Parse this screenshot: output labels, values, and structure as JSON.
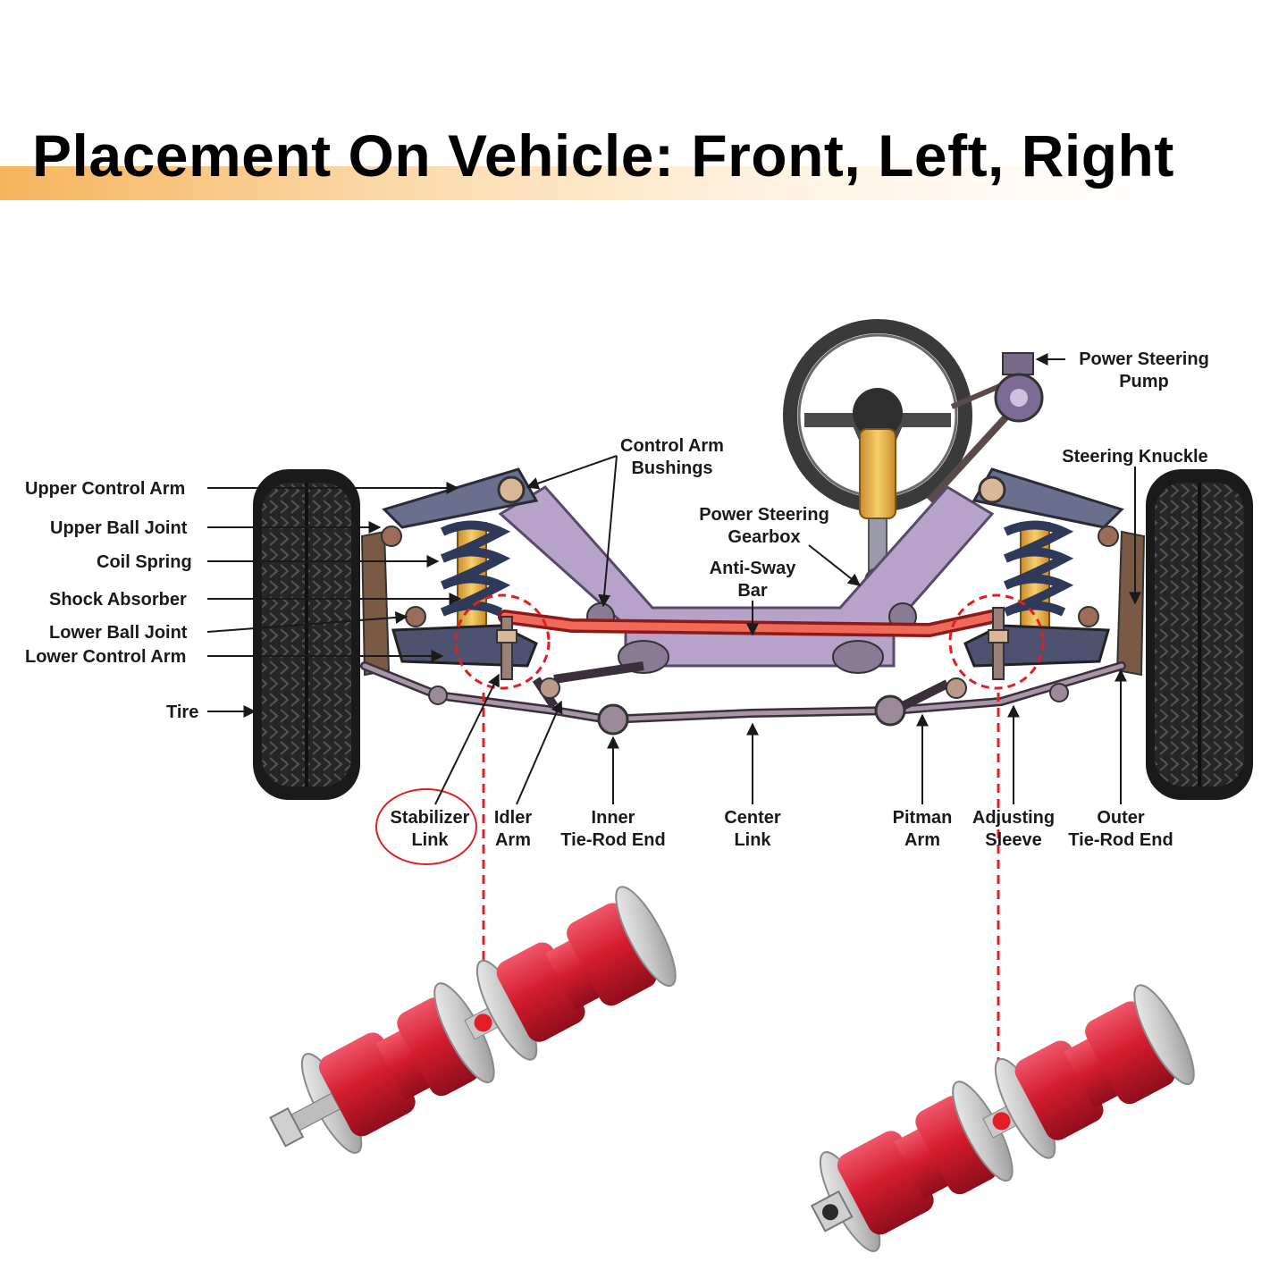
{
  "title": "Placement On Vehicle: Front, Left, Right",
  "labels": {
    "upper_control_arm": "Upper Control Arm",
    "upper_ball_joint": "Upper Ball Joint",
    "coil_spring": "Coil Spring",
    "shock_absorber": "Shock Absorber",
    "lower_ball_joint": "Lower Ball Joint",
    "lower_control_arm": "Lower Control Arm",
    "tire": "Tire",
    "control_arm_bushings_1": "Control Arm",
    "control_arm_bushings_2": "Bushings",
    "power_steering_gearbox_1": "Power Steering",
    "power_steering_gearbox_2": "Gearbox",
    "anti_sway_bar_1": "Anti-Sway",
    "anti_sway_bar_2": "Bar",
    "power_steering_pump_1": "Power Steering",
    "power_steering_pump_2": "Pump",
    "steering_knuckle": "Steering Knuckle",
    "stabilizer_link_1": "Stabilizer",
    "stabilizer_link_2": "Link",
    "idler_arm_1": "Idler",
    "idler_arm_2": "Arm",
    "inner_tie_rod_1": "Inner",
    "inner_tie_rod_2": "Tie-Rod End",
    "center_link_1": "Center",
    "center_link_2": "Link",
    "pitman_arm_1": "Pitman",
    "pitman_arm_2": "Arm",
    "adjusting_sleeve_1": "Adjusting",
    "adjusting_sleeve_2": "Sleeve",
    "outer_tie_rod_1": "Outer",
    "outer_tie_rod_2": "Tie-Rod End"
  },
  "colors": {
    "highlight_red": "#e02020",
    "bushing_red": "#d41c2e",
    "frame_purple": "#b7a3c9",
    "arm_slate": "#6b6f8e",
    "title_accent": "#f6b45c"
  }
}
